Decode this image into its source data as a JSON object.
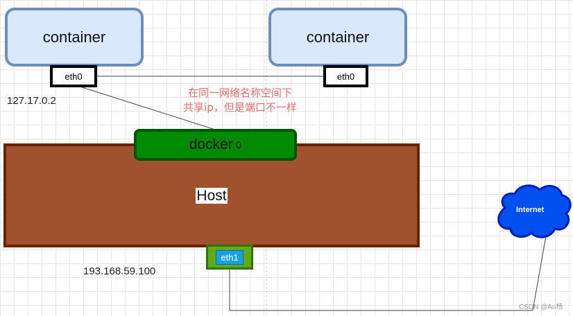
{
  "container_left": {
    "label": "container",
    "iface": "eth0",
    "ip": "127.17.0.2"
  },
  "container_right": {
    "label": "container",
    "iface": "eth0"
  },
  "note": {
    "line1": "在同一网络名称空间下",
    "line2": "共享ip，但是端口不一样"
  },
  "docker": {
    "label": "docker",
    "suffix": "0"
  },
  "host": {
    "label": "Host"
  },
  "eth1": {
    "label": "eth1",
    "ip": "193.168.59.100"
  },
  "internet": {
    "label": "Internet"
  },
  "watermark": "CSDN @Au杨",
  "colors": {
    "container_fill": "#dae8fc",
    "container_border": "#6c8ebf",
    "host_fill": "#a0522d",
    "host_border": "#6d1f00",
    "docker_fill": "#008a00",
    "eth1_fill": "#1ba1e2",
    "cloud_fill": "#0050ef",
    "note_text": "#ea6b66"
  }
}
